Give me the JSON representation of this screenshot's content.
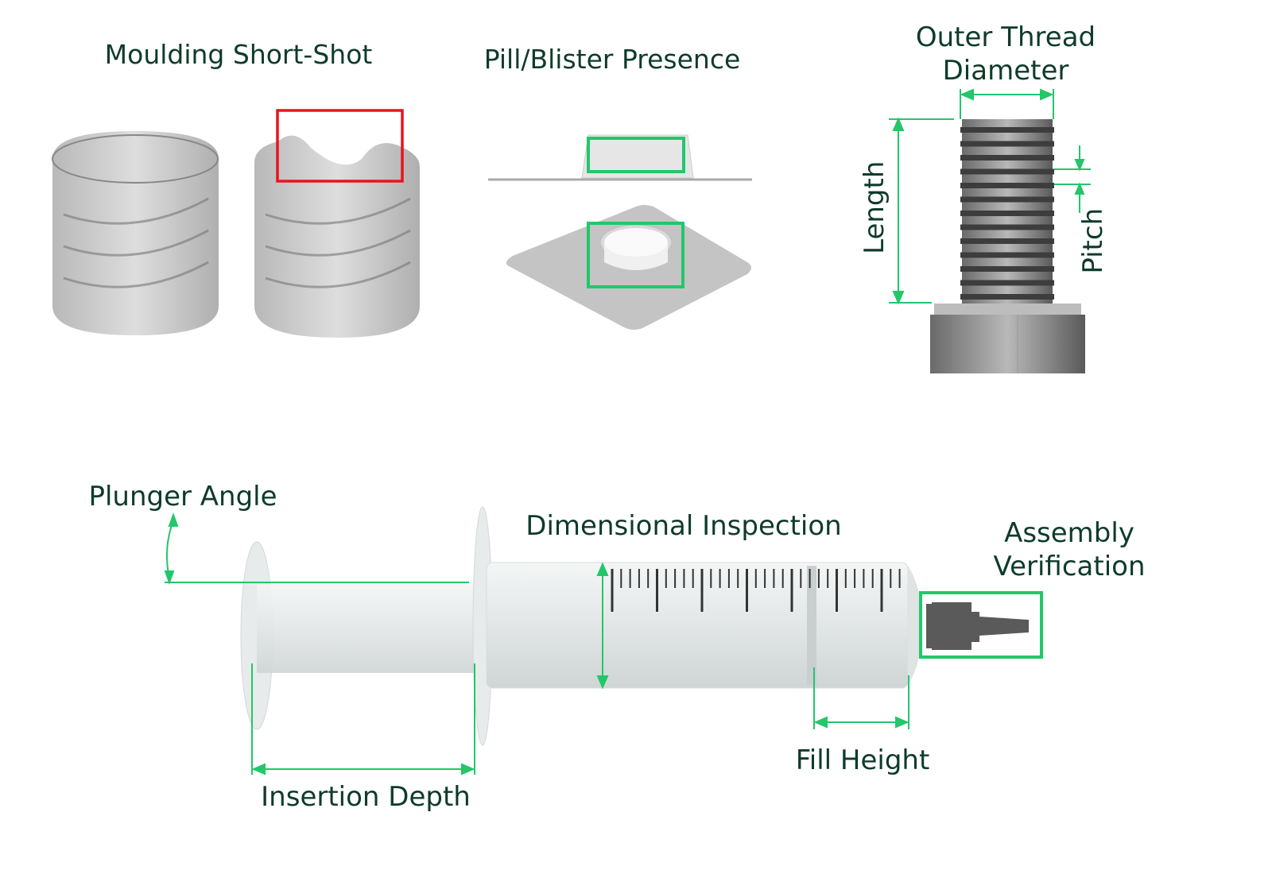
{
  "colors": {
    "label_text": "#0f3b2a",
    "annotation_green": "#22c76a",
    "defect_red": "#e8141c",
    "part_gray": "#a8a8a8",
    "metal_dark": "#555555"
  },
  "panels": {
    "moulding": {
      "title": "Moulding Short-Shot"
    },
    "blister": {
      "title": "Pill/Blister Presence"
    },
    "bolt": {
      "title_line1": "Outer Thread",
      "title_line2": "Diameter",
      "length_label": "Length",
      "pitch_label": "Pitch"
    },
    "syringe": {
      "plunger_angle": "Plunger Angle",
      "dimensional_inspection": "Dimensional Inspection",
      "assembly_line1": "Assembly",
      "assembly_line2": "Verification",
      "fill_height": "Fill Height",
      "insertion_depth": "Insertion Depth"
    }
  }
}
